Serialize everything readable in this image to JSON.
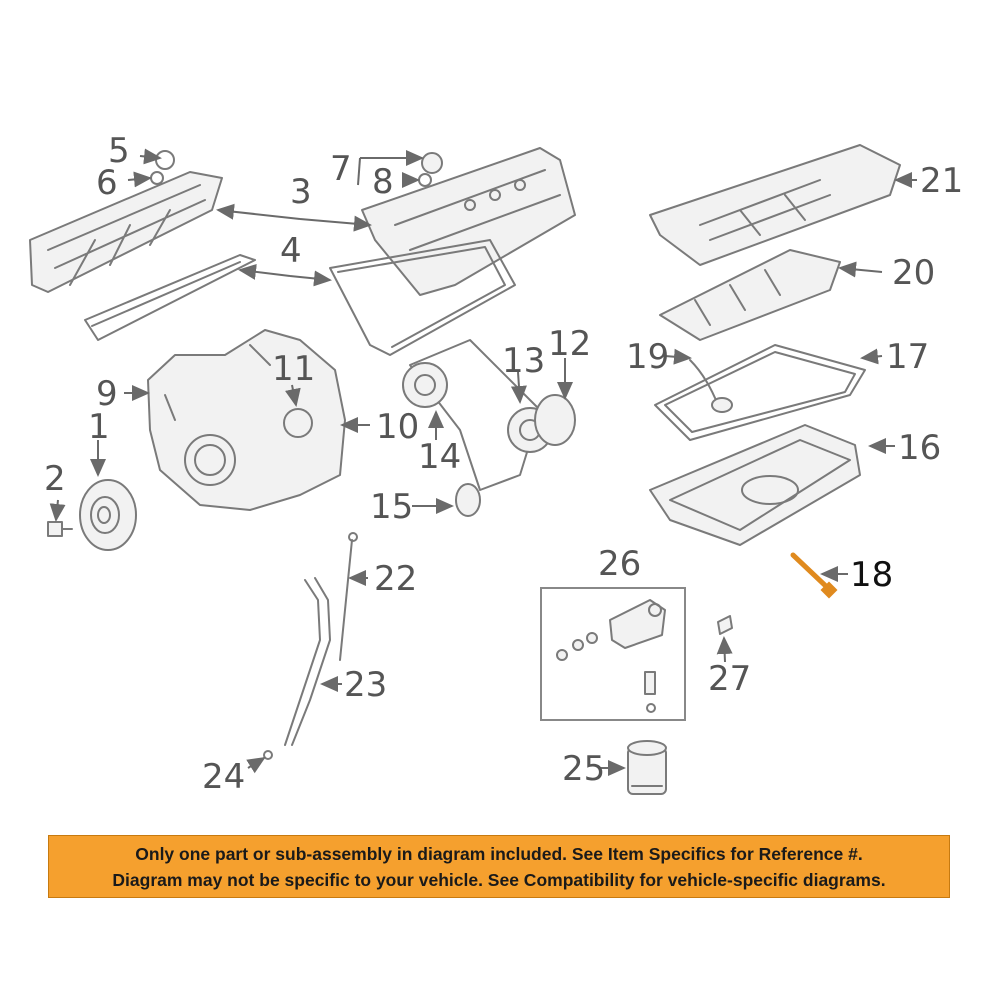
{
  "callouts": [
    "1",
    "2",
    "3",
    "4",
    "5",
    "6",
    "7",
    "8",
    "9",
    "10",
    "11",
    "12",
    "13",
    "14",
    "15",
    "16",
    "17",
    "18",
    "19",
    "20",
    "21",
    "22",
    "23",
    "24",
    "25",
    "26",
    "27"
  ],
  "highlight_color": "#e08a1e",
  "banner": {
    "line1": "Only one part or sub-assembly in diagram included. See Item Specifics for Reference #.",
    "line2": "Diagram may not be specific to your vehicle. See Compatibility for vehicle-specific diagrams.",
    "background": "#f5a02e"
  }
}
